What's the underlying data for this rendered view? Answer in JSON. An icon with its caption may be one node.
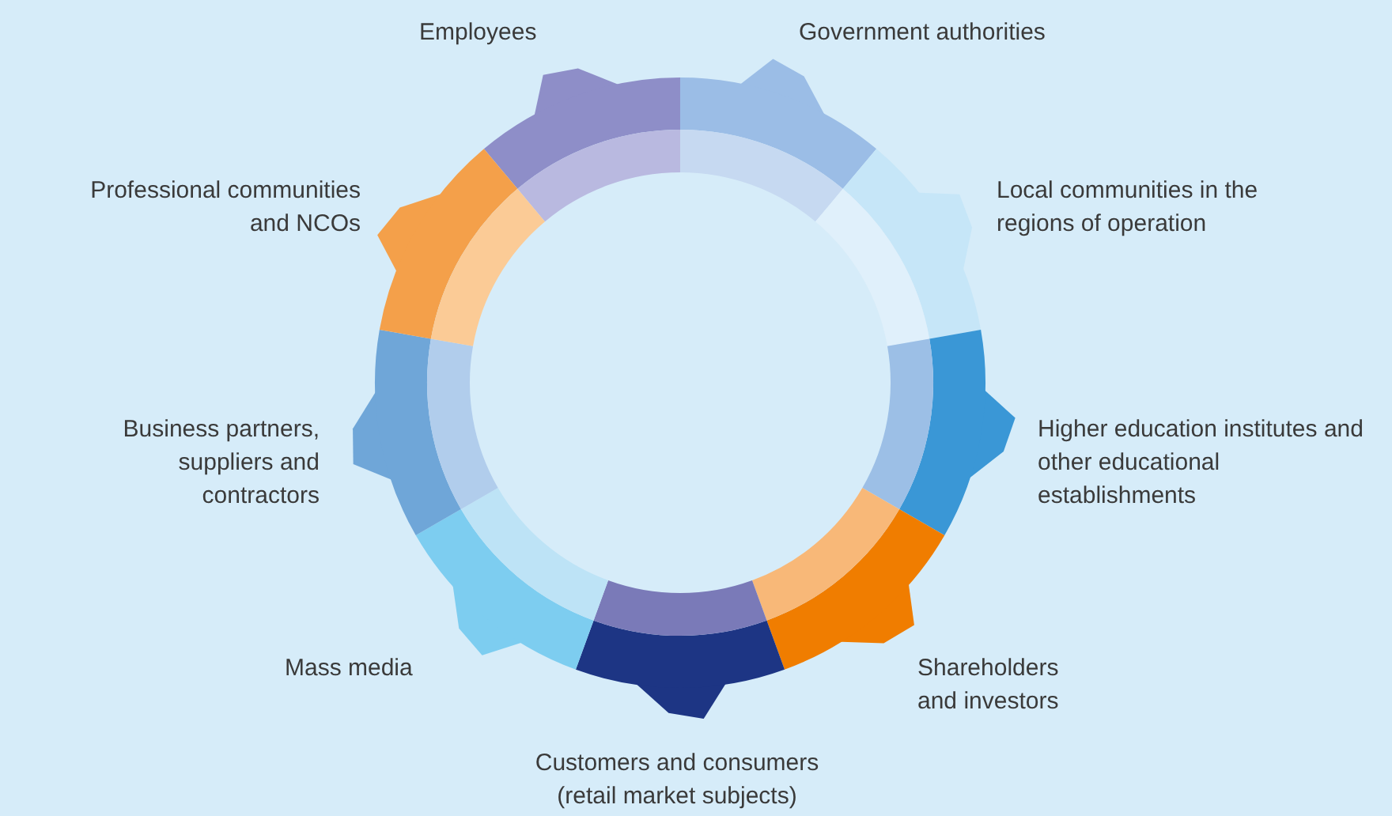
{
  "diagram": {
    "labels": [
      "Employees",
      "Government authorities",
      "Professional communities and NCOs",
      "Local communities in the regions of operation",
      "Business partners, suppliers and contractors",
      "Higher education institutes and other educational establishments",
      "Mass media",
      "Shareholders and investors",
      "Customers and consumers (retail market subjects)"
    ]
  }
}
